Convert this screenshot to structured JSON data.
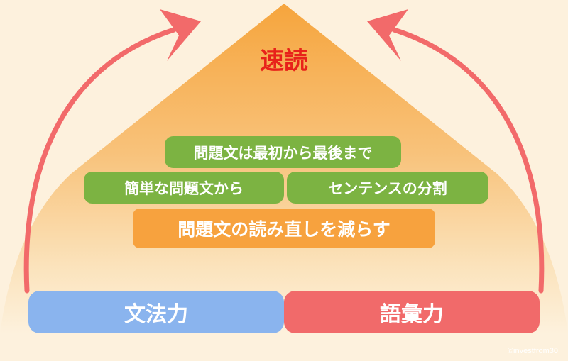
{
  "title": "速読",
  "levels": {
    "row1": "問題文は最初から最後まで",
    "row2_left": "簡単な問題文から",
    "row2_right": "センテンスの分割",
    "row3": "問題文の読み直しを減らす"
  },
  "foundation": {
    "left": "文法力",
    "right": "語彙力"
  },
  "credit": "©investfrom30",
  "colors": {
    "background": "#fdf1dd",
    "pyramid_top": "#f6a53d",
    "green": "#7cb342",
    "orange": "#f7a23e",
    "blue": "#8ab4ee",
    "red": "#f16a6a",
    "arrow": "#f26a6a",
    "title": "#e8221a"
  }
}
